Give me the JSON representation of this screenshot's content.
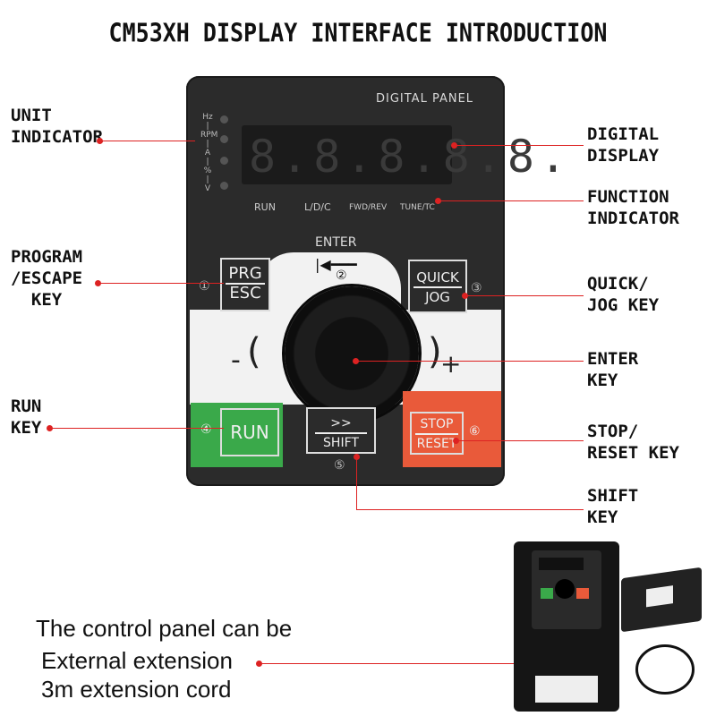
{
  "title": "CM53XH DISPLAY INTERFACE INTRODUCTION",
  "labels": {
    "unit_indicator": "UNIT\nINDICATOR",
    "program_escape": "PROGRAM\n/ESCAPE\n  KEY",
    "run_key": "RUN\nKEY",
    "digital_display": "DIGITAL\nDISPLAY",
    "function_indicator": "FUNCTION\nINDICATOR",
    "quick_jog": "QUICK/\nJOG KEY",
    "enter_key": "ENTER\nKEY",
    "stop_reset": "STOP/\nRESET KEY",
    "shift_key": "SHIFT\nKEY"
  },
  "panel": {
    "title": "DIGITAL PANEL",
    "digits": "8.8.8.8.8.",
    "units": [
      "Hz",
      "RPM",
      "A",
      "%",
      "V"
    ],
    "functions": [
      "RUN",
      "L/D/C",
      "FWD/REV",
      "TUNE/TC"
    ],
    "enter": "ENTER",
    "prg": "PRG",
    "esc": "ESC",
    "quick": "QUICK",
    "jog": "JOG",
    "minus": "-",
    "plus": "+",
    "run": "RUN",
    "shift_arrows": ">>",
    "shift": "SHIFT",
    "stop": "STOP",
    "reset": "RESET",
    "num1": "①",
    "num2": "②",
    "num3": "③",
    "num4": "④",
    "num5": "⑤",
    "num6": "⑥"
  },
  "caption": [
    "The control panel can be",
    "External extension",
    "3m extension cord"
  ],
  "colors": {
    "run": "#3aa94a",
    "stop": "#e95a3a",
    "leader": "#dd2222",
    "panel": "#2b2b2b"
  }
}
